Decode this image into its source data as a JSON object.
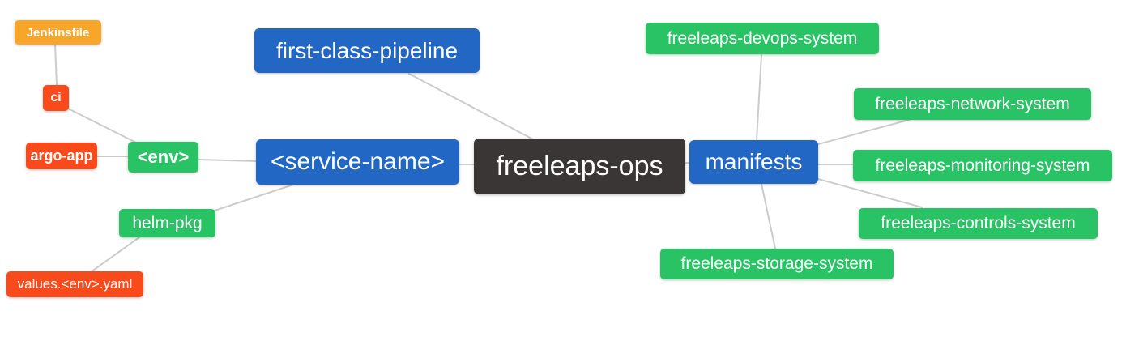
{
  "diagram": {
    "type": "mindmap",
    "root_label": "freeleaps-ops",
    "colors": {
      "root_bg": "#3a3636",
      "branch_blue": "#2267c4",
      "leaf_green": "#29c366",
      "leaf_red": "#f94a1b",
      "leaf_orange": "#f8a62a",
      "edge_line": "#cccccc",
      "node_text": "#ffffff",
      "canvas_bg": "#ffffff"
    },
    "nodes": {
      "jenkinsfile": {
        "label": "Jenkinsfile",
        "color": "#f8a62a"
      },
      "ci": {
        "label": "ci",
        "color": "#f94a1b"
      },
      "argo_app": {
        "label": "argo-app",
        "color": "#f94a1b"
      },
      "env": {
        "label": "<env>",
        "color": "#29c366"
      },
      "helm_pkg": {
        "label": "helm-pkg",
        "color": "#29c366"
      },
      "values_env_yaml": {
        "label": "values.<env>.yaml",
        "color": "#f94a1b"
      },
      "first_class_pipeline": {
        "label": "first-class-pipeline",
        "color": "#2267c4"
      },
      "service_name": {
        "label": "<service-name>",
        "color": "#2267c4"
      },
      "freeleaps_ops": {
        "label": "freeleaps-ops",
        "color": "#3a3636"
      },
      "manifests": {
        "label": "manifests",
        "color": "#2267c4"
      },
      "devops_system": {
        "label": "freeleaps-devops-system",
        "color": "#29c366"
      },
      "network_system": {
        "label": "freeleaps-network-system",
        "color": "#29c366"
      },
      "monitoring_system": {
        "label": "freeleaps-monitoring-system",
        "color": "#29c366"
      },
      "controls_system": {
        "label": "freeleaps-controls-system",
        "color": "#29c366"
      },
      "storage_system": {
        "label": "freeleaps-storage-system",
        "color": "#29c366"
      }
    },
    "edges": [
      [
        "jenkinsfile",
        "ci"
      ],
      [
        "ci",
        "env"
      ],
      [
        "argo_app",
        "env"
      ],
      [
        "env",
        "service_name"
      ],
      [
        "helm_pkg",
        "service_name"
      ],
      [
        "values_env_yaml",
        "helm_pkg"
      ],
      [
        "service_name",
        "freeleaps_ops"
      ],
      [
        "first_class_pipeline",
        "freeleaps_ops"
      ],
      [
        "freeleaps_ops",
        "manifests"
      ],
      [
        "manifests",
        "devops_system"
      ],
      [
        "manifests",
        "network_system"
      ],
      [
        "manifests",
        "monitoring_system"
      ],
      [
        "manifests",
        "controls_system"
      ],
      [
        "manifests",
        "storage_system"
      ]
    ]
  }
}
